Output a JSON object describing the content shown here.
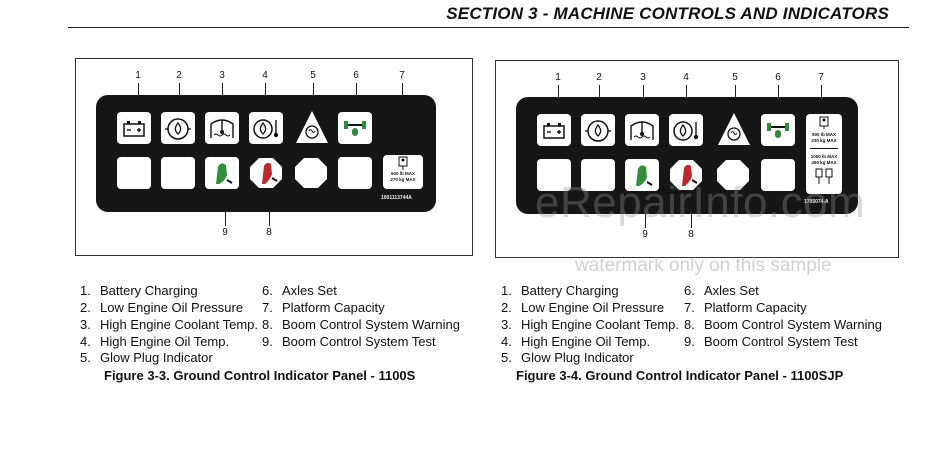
{
  "header": {
    "title": "SECTION 3 - MACHINE CONTROLS AND INDICATORS"
  },
  "figures": [
    {
      "callouts_top": [
        "1",
        "2",
        "3",
        "4",
        "5",
        "6",
        "7"
      ],
      "callouts_bottom": [
        "9",
        "8"
      ],
      "capacity_text": [
        "600 lb MAX",
        "270 kg MAX"
      ],
      "part_number": "1001113744A",
      "legend_left": [
        {
          "num": "1.",
          "label": "Battery Charging"
        },
        {
          "num": "2.",
          "label": "Low Engine Oil Pressure"
        },
        {
          "num": "3.",
          "label": "High Engine Coolant Temp."
        },
        {
          "num": "4.",
          "label": "High Engine Oil Temp."
        },
        {
          "num": "5.",
          "label": "Glow Plug Indicator"
        }
      ],
      "legend_right": [
        {
          "num": "6.",
          "label": "Axles Set"
        },
        {
          "num": "7.",
          "label": "Platform Capacity"
        },
        {
          "num": "8.",
          "label": "Boom Control System Warning"
        },
        {
          "num": "9.",
          "label": "Boom Control System Test"
        }
      ],
      "caption": "Figure 3-3. Ground Control Indicator Panel - 1100S"
    },
    {
      "callouts_top": [
        "1",
        "2",
        "3",
        "4",
        "5",
        "6",
        "7"
      ],
      "callouts_bottom": [
        "9",
        "8"
      ],
      "capacity_text": [
        "500 lb MAX",
        "230 kg MAX",
        "1000 lb MAX",
        "450 kg MAX"
      ],
      "part_number": "1705074.A",
      "legend_left": [
        {
          "num": "1.",
          "label": "Battery Charging"
        },
        {
          "num": "2.",
          "label": "Low Engine Oil Pressure"
        },
        {
          "num": "3.",
          "label": "High Engine Coolant Temp."
        },
        {
          "num": "4.",
          "label": "High Engine Oil Temp."
        },
        {
          "num": "5.",
          "label": "Glow Plug Indicator"
        }
      ],
      "legend_right": [
        {
          "num": "6.",
          "label": "Axles Set"
        },
        {
          "num": "7.",
          "label": "Platform Capacity"
        },
        {
          "num": "8.",
          "label": "Boom Control System Warning"
        },
        {
          "num": "9.",
          "label": "Boom Control System Test"
        }
      ],
      "caption": "Figure 3-4. Ground Control Indicator Panel - 1100SJP"
    }
  ],
  "watermark": {
    "main": "eRepairInfo.com",
    "sub": "watermark only on this sample"
  },
  "colors": {
    "panel": "#161616",
    "test_green": "#2f8f3a",
    "warning_red": "#c0262b",
    "axle_green": "#2e8b3a"
  }
}
